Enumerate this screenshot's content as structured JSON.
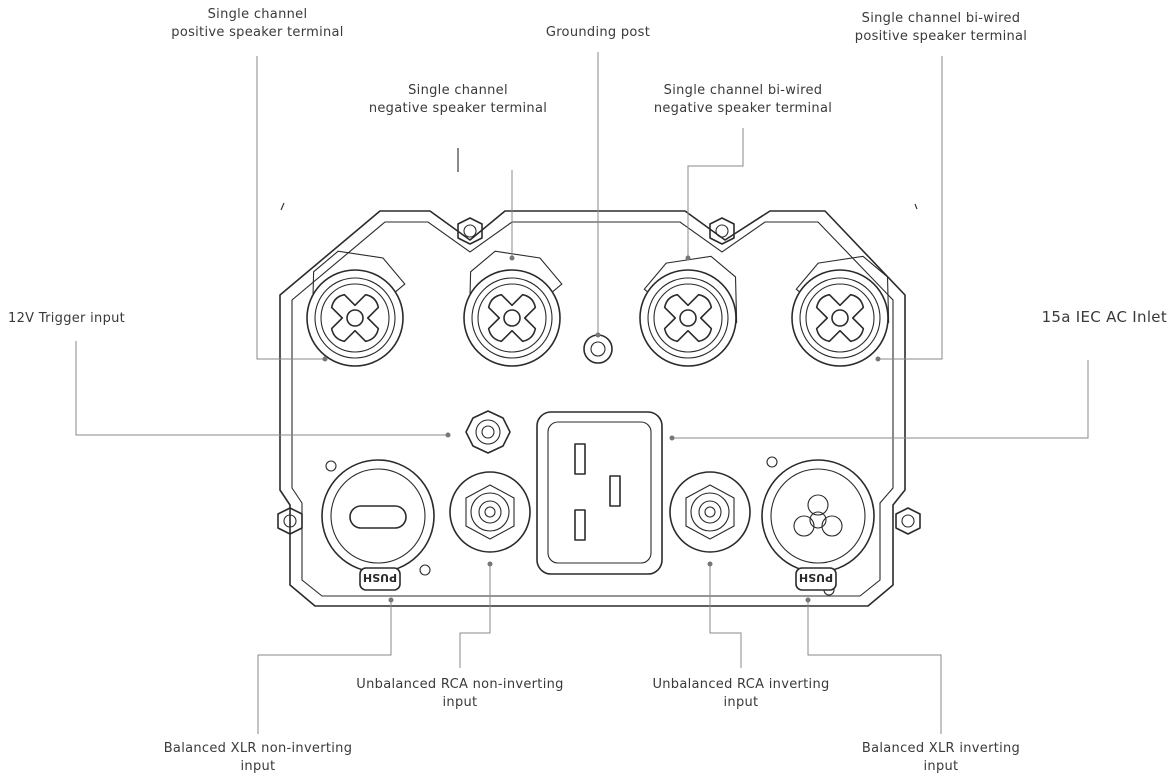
{
  "labels": {
    "pos_terminal": {
      "line1": "Single channel",
      "line2": "positive speaker terminal"
    },
    "neg_terminal": {
      "line1": "Single channel",
      "line2": "negative speaker terminal"
    },
    "ground_post": {
      "line1": "Grounding post"
    },
    "biwire_neg": {
      "line1": "Single channel bi-wired",
      "line2": "negative speaker terminal"
    },
    "biwire_pos": {
      "line1": "Single channel bi-wired",
      "line2": "positive speaker terminal"
    },
    "trigger": {
      "line1": "12V Trigger input"
    },
    "iec": {
      "line1": "15a IEC AC Inlet"
    },
    "rca_noninv": {
      "line1": "Unbalanced RCA non-inverting",
      "line2": "input"
    },
    "rca_inv": {
      "line1": "Unbalanced RCA inverting",
      "line2": "input"
    },
    "xlr_noninv": {
      "line1": "Balanced XLR non-inverting",
      "line2": "input"
    },
    "xlr_inv": {
      "line1": "Balanced XLR inverting",
      "line2": "input"
    }
  },
  "connector_marks": {
    "push_left": "PUSH",
    "push_right": "PUSH"
  },
  "colors": {
    "ink": "#2b2b2b",
    "leader": "#8a8a8a",
    "text": "#3a3a3a"
  }
}
